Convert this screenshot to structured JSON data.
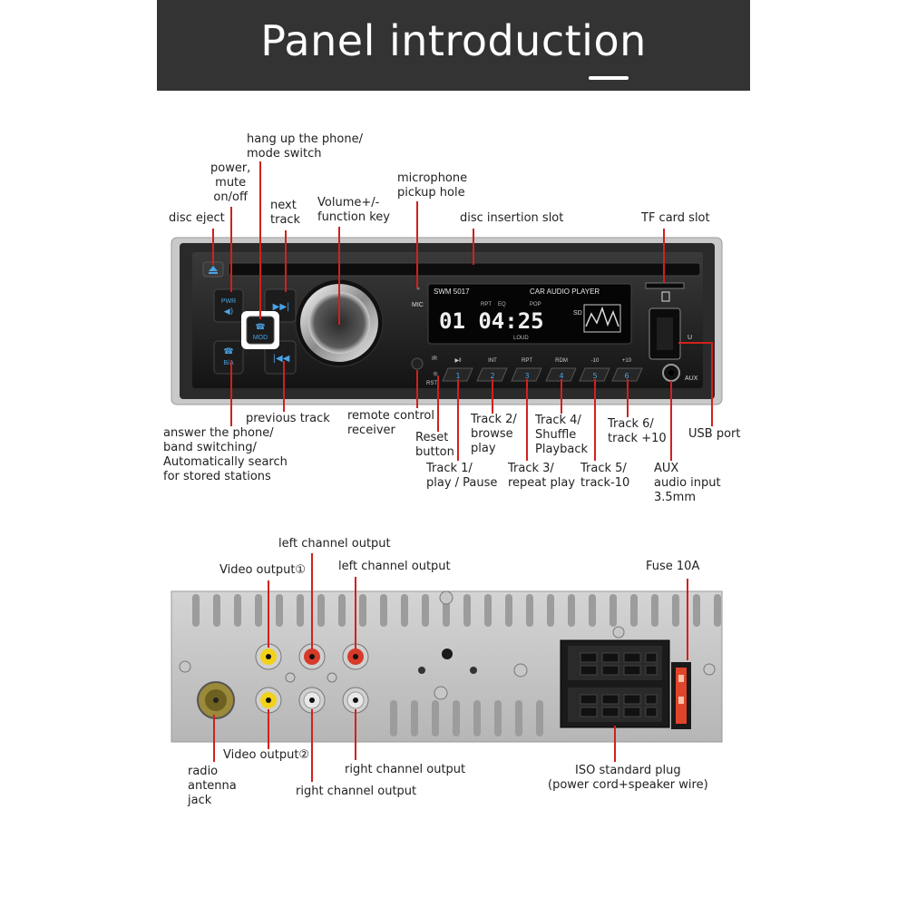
{
  "title": "Panel introduction",
  "front_labels": {
    "hang_up": [
      "hang up the phone/",
      "mode switch"
    ],
    "power": [
      "power,",
      "mute",
      "on/off"
    ],
    "next_track": [
      "next",
      "track"
    ],
    "volume": [
      "Volume+/-",
      "function key"
    ],
    "mic_hole": [
      "microphone",
      "pickup hole"
    ],
    "disc_eject": "disc eject",
    "disc_slot": "disc insertion slot",
    "tf_slot": "TF card slot",
    "answer": [
      "answer the phone/",
      "band switching/",
      "Automatically search",
      "for stored stations"
    ],
    "prev_track": "previous track",
    "remote": [
      "remote control",
      "receiver"
    ],
    "reset": [
      "Reset",
      "button"
    ],
    "track1": [
      "Track 1/",
      "play / Pause"
    ],
    "track2": [
      "Track 2/",
      "browse",
      "play"
    ],
    "track3": [
      "Track 3/",
      "repeat play"
    ],
    "track4": [
      "Track 4/",
      "Shuffle",
      "Playback"
    ],
    "track5": [
      "Track 5/",
      "track-10"
    ],
    "track6": [
      "Track 6/",
      "track +10"
    ],
    "usb": "USB port",
    "aux": [
      "AUX",
      "audio input",
      "3.5mm"
    ]
  },
  "unit_text": {
    "model": "SWM 5017",
    "brand": "CAR AUDIO PLAYER",
    "mic": "MIC",
    "ir": "IR",
    "rst": "RST",
    "aux": "AUX",
    "pwr": "PWR",
    "mod": "MOD",
    "ba": "B/A",
    "usb_mark": "U",
    "rpt": "RPT",
    "eq": "EQ",
    "pop": "POP",
    "loud": "LOUD",
    "display": "01 04:25",
    "sd": "SD",
    "btn_labels": [
      "▶‖",
      "INT",
      "RPT",
      "RDM",
      "-10",
      "+10"
    ],
    "btn_nums": [
      "1",
      "2",
      "3",
      "4",
      "5",
      "6"
    ]
  },
  "rear_labels": {
    "left_ch_top": "left channel output",
    "video1": "Video output①",
    "left_ch_2": "left channel output",
    "fuse": "Fuse 10A",
    "antenna": [
      "radio",
      "antenna",
      "jack"
    ],
    "video2": "Video output②",
    "right_ch_1": "right channel output",
    "right_ch_2": "right channel output",
    "iso": [
      "ISO standard plug",
      "(power cord+speaker wire)"
    ]
  },
  "colors": {
    "banner": "#333333",
    "leader": "#d0211c",
    "button_blue": "#4aa3e6",
    "video_jack": "#f2d21a",
    "left_jack": "#d83a2a",
    "right_jack": "#e8e8e8",
    "fuse": "#e0442a"
  }
}
